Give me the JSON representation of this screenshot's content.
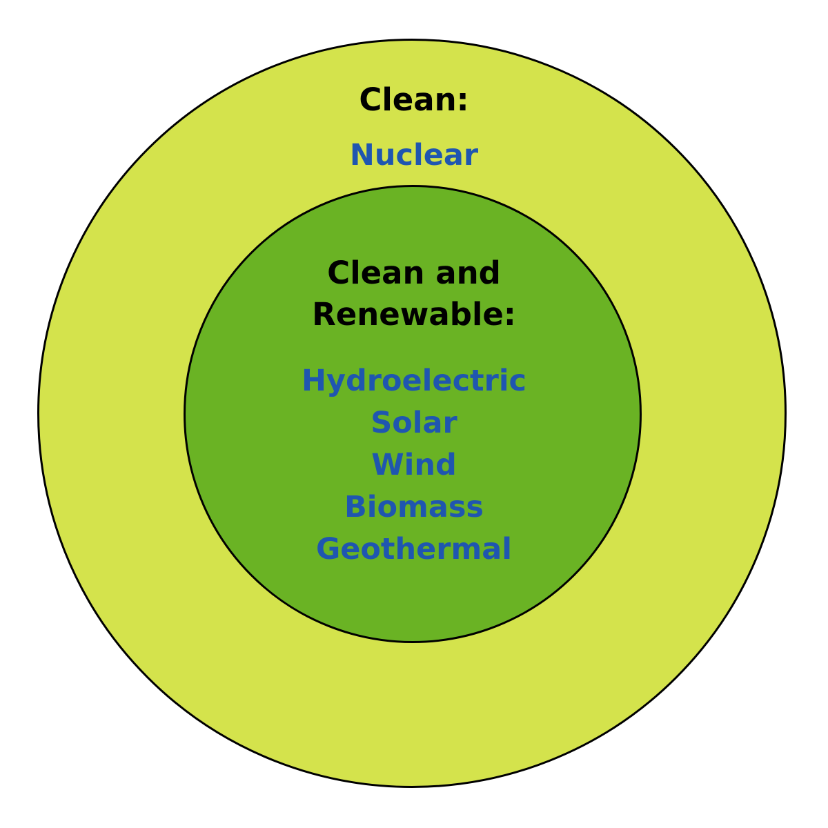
{
  "diagram": {
    "outer_circle": {
      "heading": "Clean:",
      "items": [
        "Nuclear"
      ]
    },
    "inner_circle": {
      "heading_line1": "Clean and",
      "heading_line2": "Renewable:",
      "items": [
        "Hydroelectric",
        "Solar",
        "Wind",
        "Biomass",
        "Geothermal"
      ]
    }
  },
  "colors": {
    "outer_fill": "#d4e34c",
    "inner_fill": "#6ab324",
    "item_text": "#1f56b0",
    "heading_text": "#000000",
    "outline": "#000000"
  }
}
